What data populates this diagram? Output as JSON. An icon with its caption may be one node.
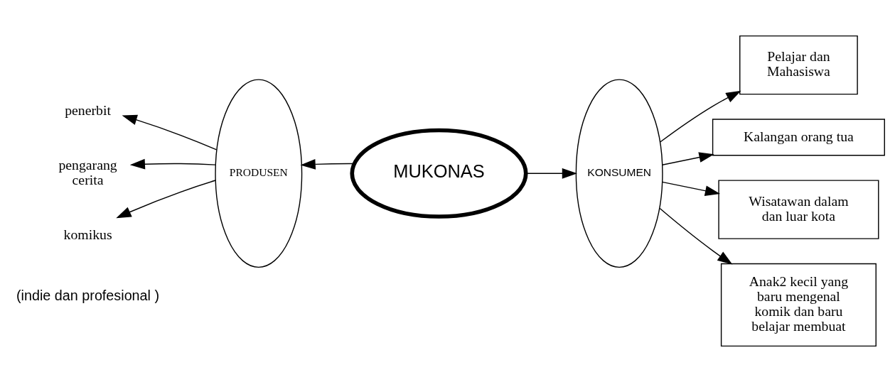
{
  "diagram": {
    "nodes": [
      {
        "text": [
          "MUKONAS"
        ]
      },
      {
        "text": [
          "PRODUSEN"
        ]
      },
      {
        "text": [
          "KONSUMEN"
        ]
      },
      {
        "text": [
          "penerbit"
        ]
      },
      {
        "text": [
          "pengarang cerita"
        ]
      },
      {
        "text": [
          "komikus"
        ],
        "beside": [
          "(indie dan profesional )"
        ]
      },
      {
        "text": [
          "Pelajar dan Mahasiswa"
        ]
      },
      {
        "text": [
          "Kalangan orang tua"
        ]
      },
      {
        "text": [
          "Wisatawan dalam dan luar kota"
        ]
      },
      {
        "text": [
          "Anak2 kecil yang baru mengenal komik dan baru belajar membuat"
        ]
      }
    ],
    "edges": [
      {
        "from": 0,
        "to": 1,
        "arrow": "to"
      },
      {
        "from": 0,
        "to": 2,
        "arrow": "to"
      },
      {
        "from": 1,
        "to": 3,
        "arrow": "to"
      },
      {
        "from": 1,
        "to": 4,
        "arrow": "to"
      },
      {
        "from": 1,
        "to": 5,
        "arrow": "to"
      },
      {
        "from": 2,
        "to": 6,
        "arrow": "to"
      },
      {
        "from": 2,
        "to": 7,
        "arrow": "to"
      },
      {
        "from": 2,
        "to": 8,
        "arrow": "to"
      },
      {
        "from": 2,
        "to": 9,
        "arrow": "to"
      }
    ]
  }
}
